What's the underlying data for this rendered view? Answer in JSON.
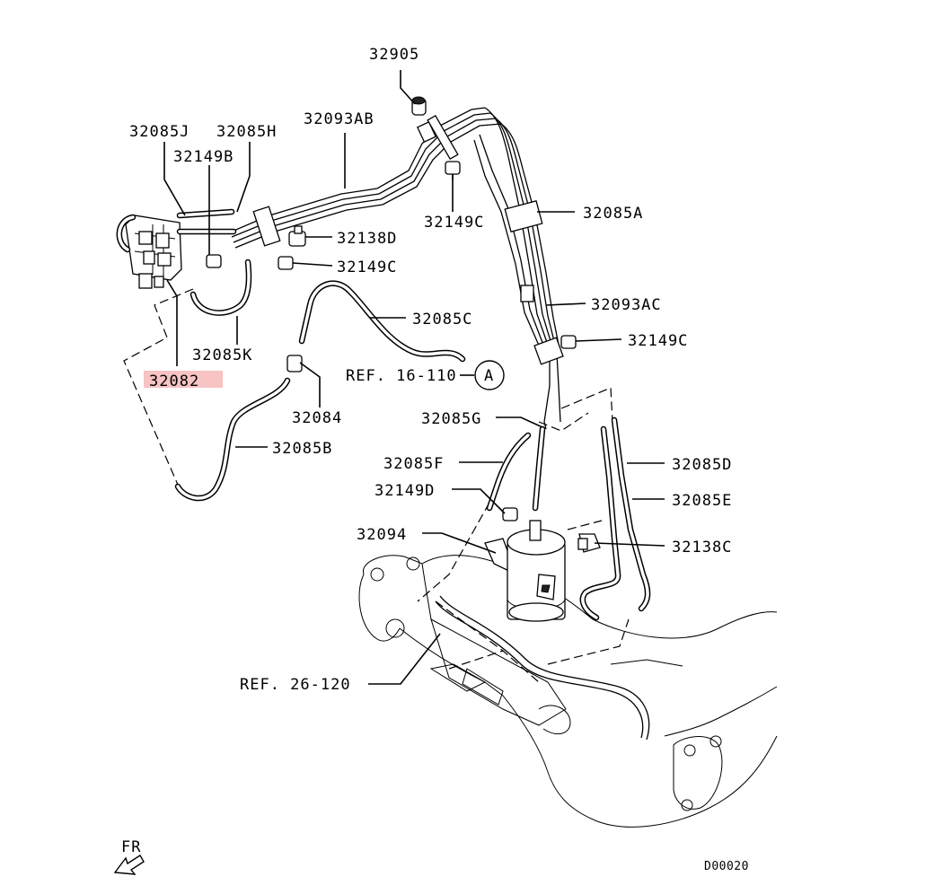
{
  "labels": {
    "p32905": "32905",
    "p32093AB": "32093AB",
    "p32085J": "32085J",
    "p32085H": "32085H",
    "p32149B": "32149B",
    "p32149C_a": "32149C",
    "p32085A": "32085A",
    "p32138D": "32138D",
    "p32149C_b": "32149C",
    "p32093AC": "32093AC",
    "p32085C": "32085C",
    "p32149C_c": "32149C",
    "p32085K": "32085K",
    "p32082": "32082",
    "ref16": "REF. 16-110",
    "circleA": "A",
    "p32084": "32084",
    "p32085G": "32085G",
    "p32085B": "32085B",
    "p32085F": "32085F",
    "p32085D": "32085D",
    "p32149D": "32149D",
    "p32085E": "32085E",
    "p32094": "32094",
    "p32138C": "32138C",
    "ref26": "REF. 26-120",
    "fr": "FR",
    "code": "D00020"
  },
  "highlight": {
    "color": "#f7c3c3",
    "part": "32082"
  },
  "icons": [
    "front-direction-arrow-icon",
    "callout-circle-a-icon"
  ]
}
